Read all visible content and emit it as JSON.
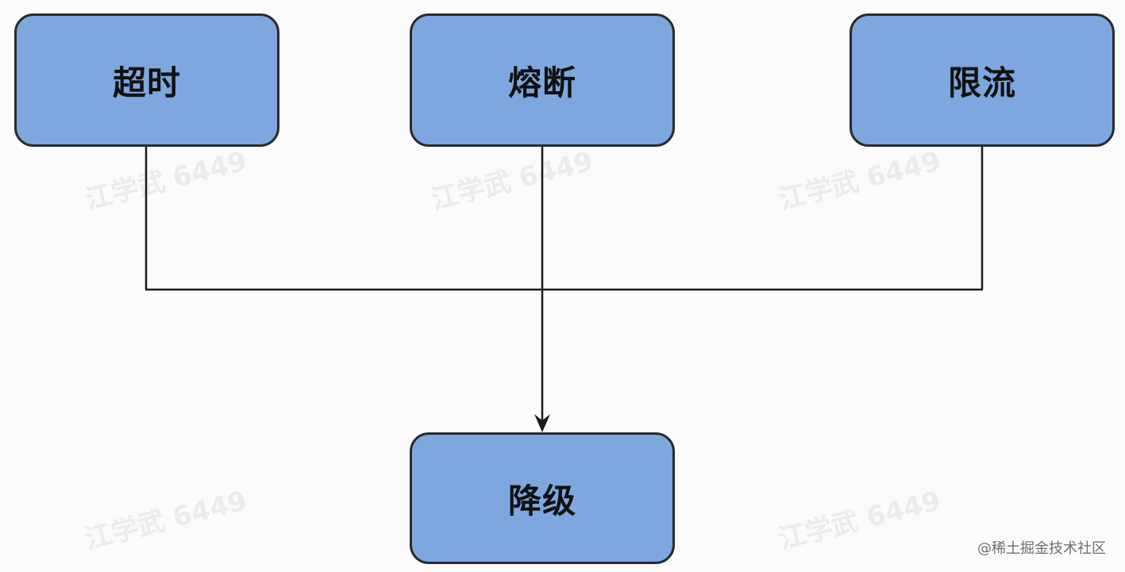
{
  "colors": {
    "node_fill": "#7da7de",
    "node_border": "#2b2b2b",
    "connector": "#1a1a1a",
    "background": "#fbfbfb"
  },
  "nodes": {
    "timeout": "超时",
    "breaker": "熔断",
    "limit": "限流",
    "degrade": "降级"
  },
  "watermark": "江学武 6449",
  "site_mark": "@稀土掘金技术社区"
}
